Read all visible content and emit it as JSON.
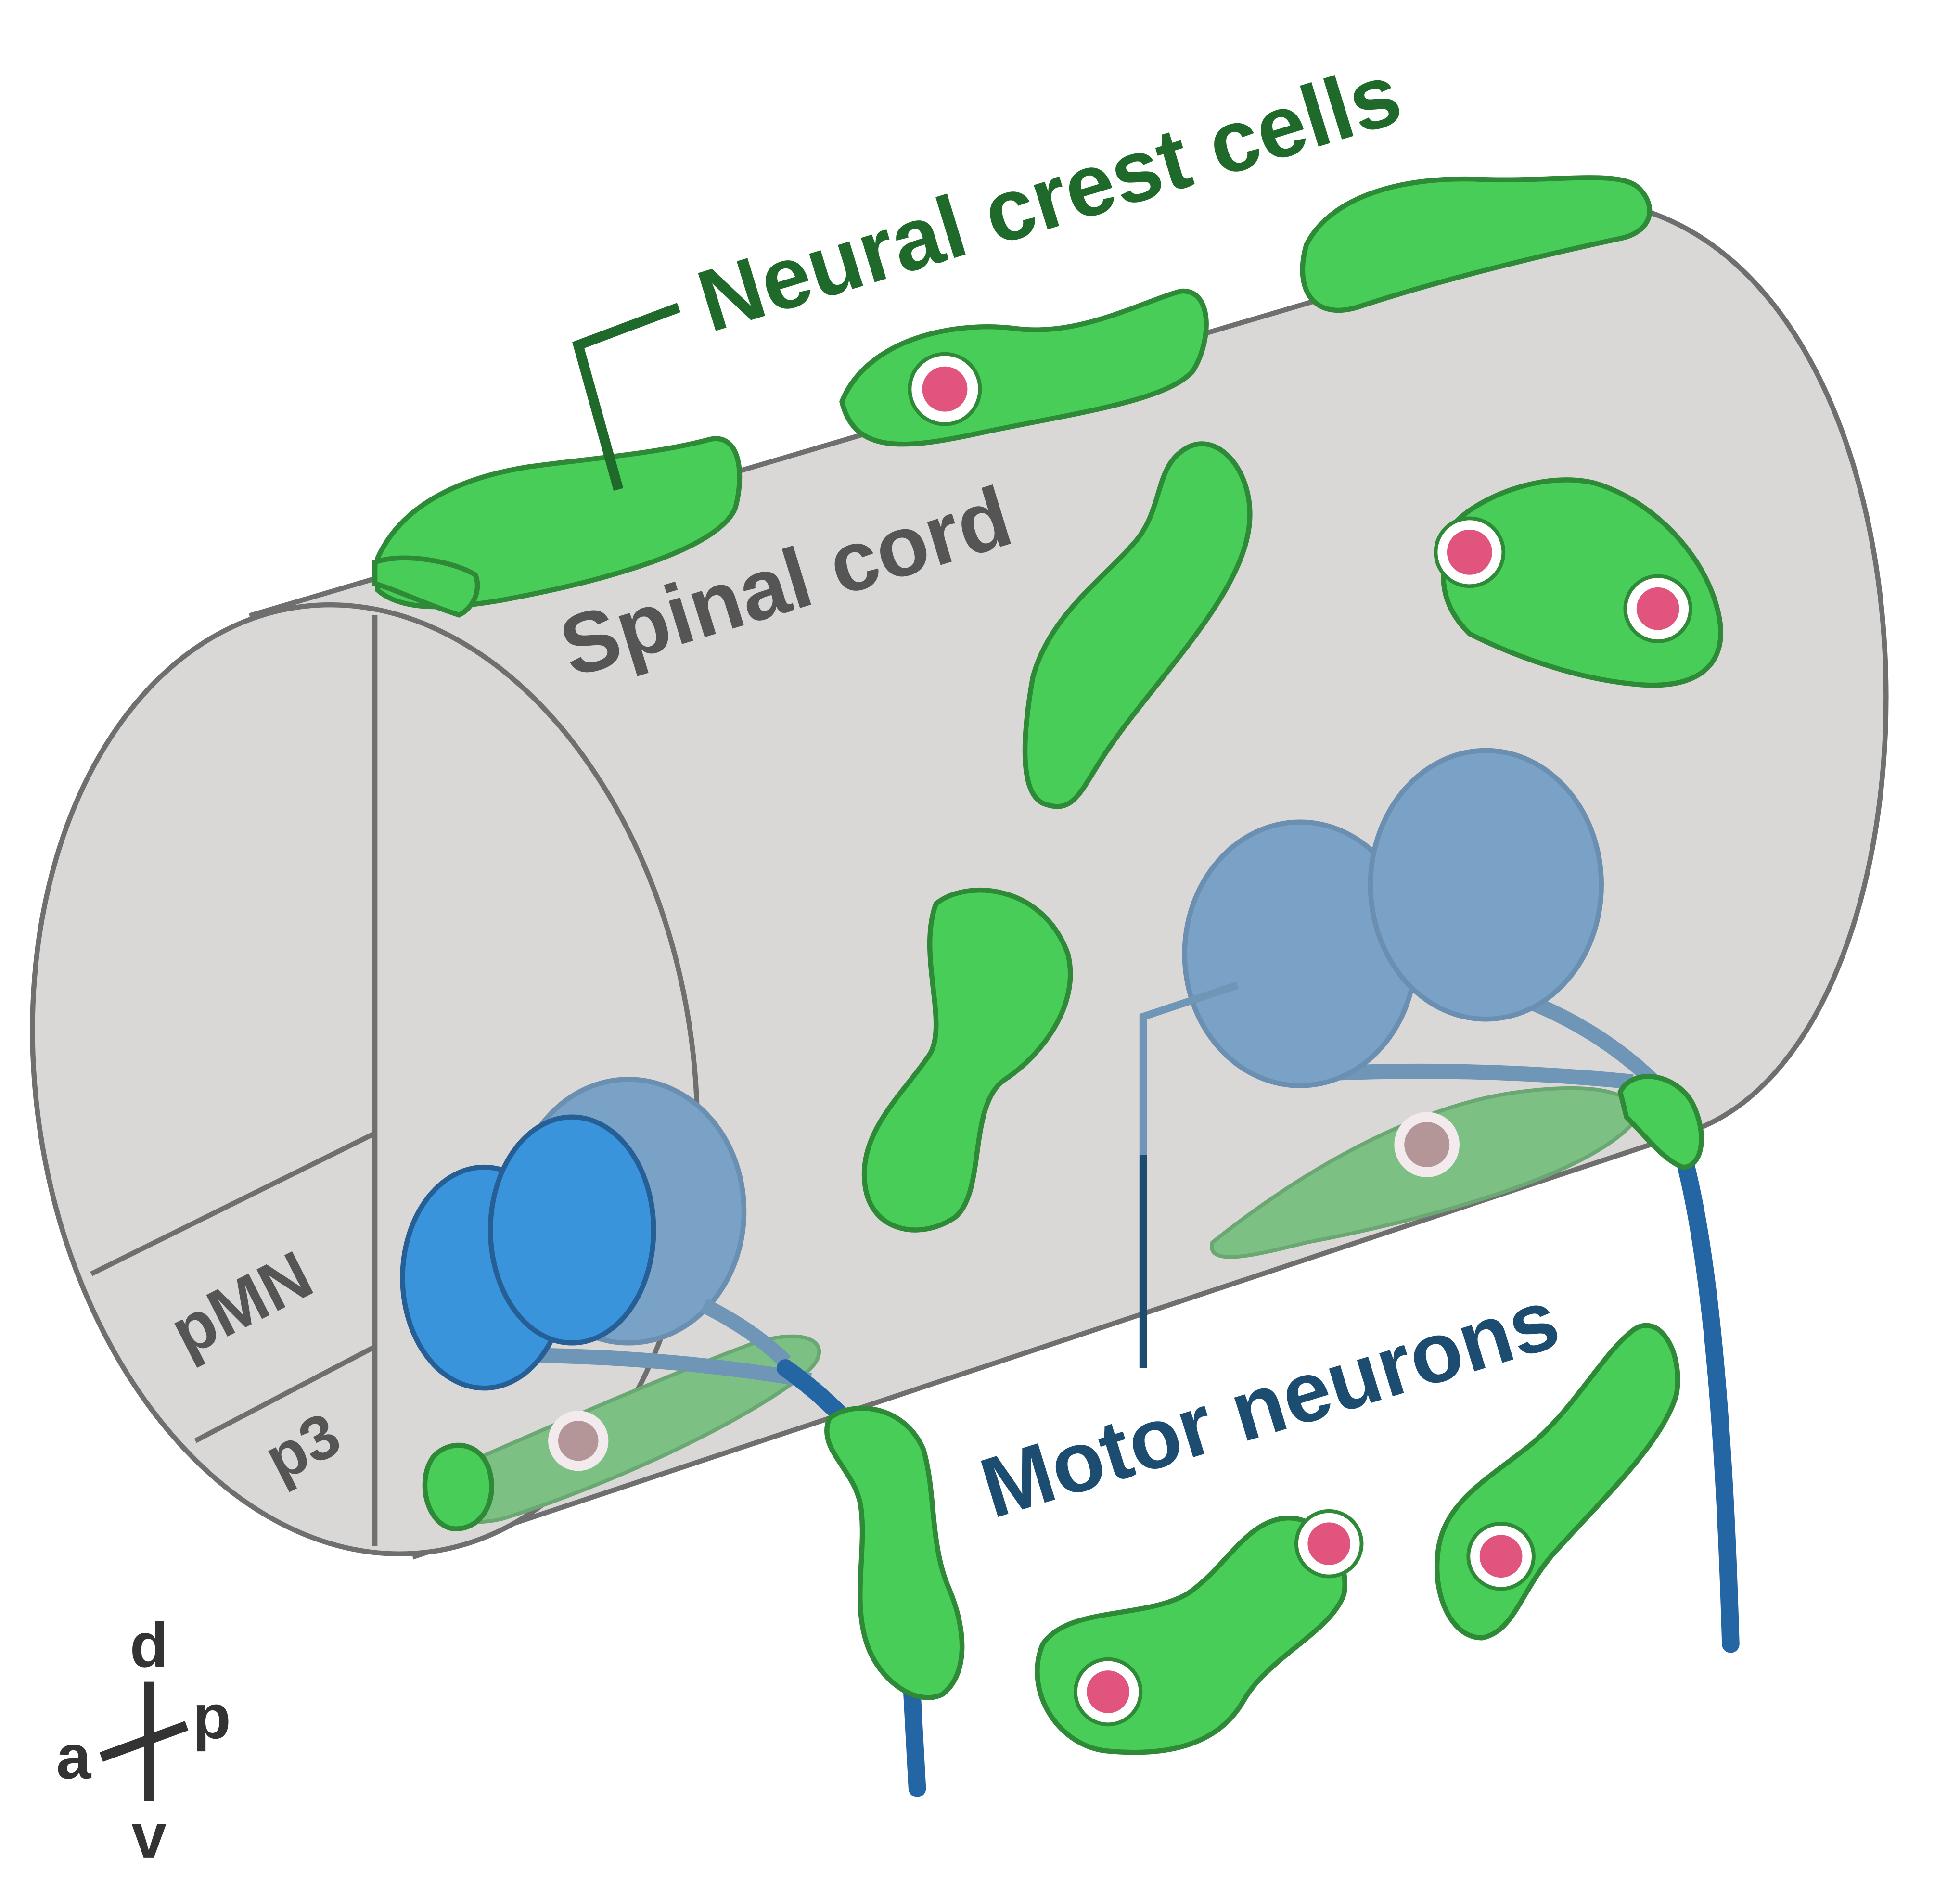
{
  "labels": {
    "neural_crest": "Neural crest cells",
    "spinal_cord": "Spinal cord",
    "motor_neurons": "Motor neurons",
    "pmn": "pMN",
    "p3": "p3"
  },
  "axes": {
    "d": "d",
    "v": "v",
    "a": "a",
    "p": "p"
  },
  "colors": {
    "cord_fill": "#d9d8d6",
    "cord_stroke": "#6f6f6f",
    "crest_fill": "#48cd58",
    "crest_stroke": "#2e8a36",
    "crest_label": "#1f6a2a",
    "nucleus": "#e0547e",
    "mn_fill": "#3a94db",
    "mn_fill_faded": "#79a2c6",
    "mn_stroke": "#255f96",
    "axon": "#2466a3",
    "mn_label": "#1c4d70",
    "text_dark": "#555555"
  }
}
